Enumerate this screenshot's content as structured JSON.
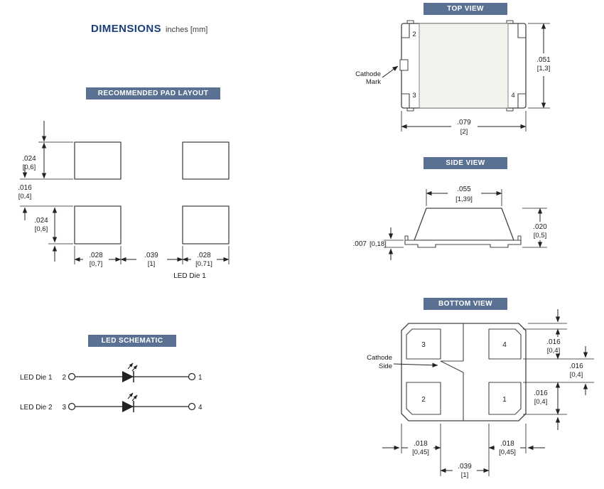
{
  "title": {
    "main": "DIMENSIONS",
    "unit": "inches [mm]"
  },
  "badges": {
    "pad_layout": "RECOMMENDED PAD LAYOUT",
    "led_schematic": "LED SCHEMATIC",
    "top_view": "TOP VIEW",
    "side_view": "SIDE VIEW",
    "bottom_view": "BOTTOM VIEW"
  },
  "colors": {
    "badge_bg": "#5a7193",
    "title_blue": "#1d3e7b"
  },
  "pad_layout": {
    "dim_pad_height_top": {
      "in": ".024",
      "mm": "[0,6]"
    },
    "dim_gap": {
      "in": ".016",
      "mm": "[0,4]"
    },
    "dim_pad_height_bottom": {
      "in": ".024",
      "mm": "[0,6]"
    },
    "dim_pad_width_left": {
      "in": ".028",
      "mm": "[0,7]"
    },
    "dim_pitch": {
      "in": ".039",
      "mm": "[1]"
    },
    "dim_pad_width_right": {
      "in": ".028",
      "mm": "[0.71]"
    },
    "note": "LED Die 1"
  },
  "top_view": {
    "pin_top_left": "2",
    "pin_bottom_left": "3",
    "pin_bottom_right": "4",
    "cathode_label_line1": "Cathode",
    "cathode_label_line2": "Mark",
    "dim_height": {
      "in": ".051",
      "mm": "[1,3]"
    },
    "dim_width": {
      "in": ".079",
      "mm": "[2]"
    }
  },
  "side_view": {
    "dim_top_width": {
      "in": ".055",
      "mm": "[1,39]"
    },
    "dim_base_thickness": {
      "in": ".007",
      "mm": "[0,18]"
    },
    "dim_height": {
      "in": ".020",
      "mm": "[0,5]"
    }
  },
  "bottom_view": {
    "pin_top_left": "3",
    "pin_top_right": "4",
    "pin_bottom_left": "2",
    "pin_bottom_right": "1",
    "cathode_label_line1": "Cathode",
    "cathode_label_line2": "Side",
    "dim_pad_height_top": {
      "in": ".016",
      "mm": "[0,4]"
    },
    "dim_gap": {
      "in": ".016",
      "mm": "[0,4]"
    },
    "dim_pad_height_bottom": {
      "in": ".016",
      "mm": "[0,4]"
    },
    "dim_pad_width_left": {
      "in": ".018",
      "mm": "[0,45]"
    },
    "dim_pad_width_right": {
      "in": ".018",
      "mm": "[0,45]"
    },
    "dim_pitch": {
      "in": ".039",
      "mm": "[1]"
    }
  },
  "schematic": {
    "rows": [
      {
        "label": "LED Die 1",
        "pin_left": "2",
        "pin_right": "1"
      },
      {
        "label": "LED Die 2",
        "pin_left": "3",
        "pin_right": "4"
      }
    ]
  }
}
